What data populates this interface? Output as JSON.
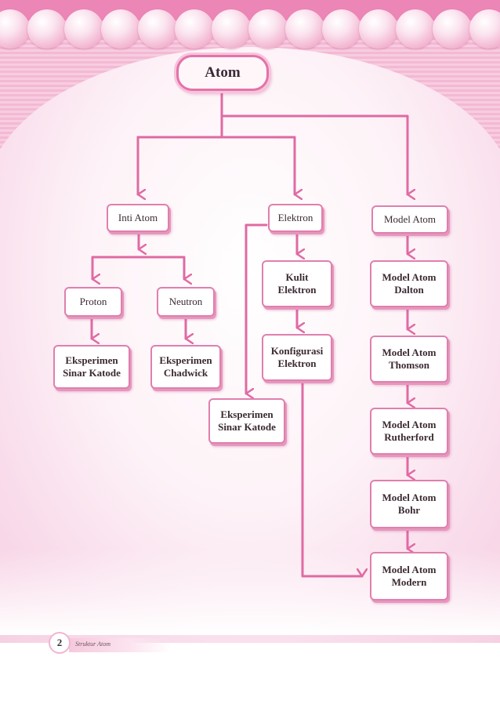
{
  "diagram": {
    "root": {
      "label": "Atom"
    },
    "nodes": {
      "inti_atom": "Inti Atom",
      "elektron": "Elektron",
      "model_atom": "Model Atom",
      "proton": "Proton",
      "neutron": "Neutron",
      "eksperimen_sinar_katode_1": "Eksperimen\nSinar Katode",
      "eksperimen_chadwick": "Eksperimen\nChadwick",
      "kulit_elektron": "Kulit\nElektron",
      "konfigurasi_elektron": "Konfigurasi\nElektron",
      "eksperimen_sinar_katode_2": "Eksperimen\nSinar Katode",
      "model_atom_dalton": "Model Atom\nDalton",
      "model_atom_thomson": "Model Atom\nThomson",
      "model_atom_rutherford": "Model Atom\nRutherford",
      "model_atom_bohr": "Model Atom\nBohr",
      "model_atom_modern": "Model Atom\nModern"
    }
  },
  "footer": {
    "page_number": "2",
    "chapter_title": "Struktur Atom"
  },
  "colors": {
    "connector": "#e06aa3",
    "node_border": "#e07fae",
    "accent": "#ec86b6"
  }
}
